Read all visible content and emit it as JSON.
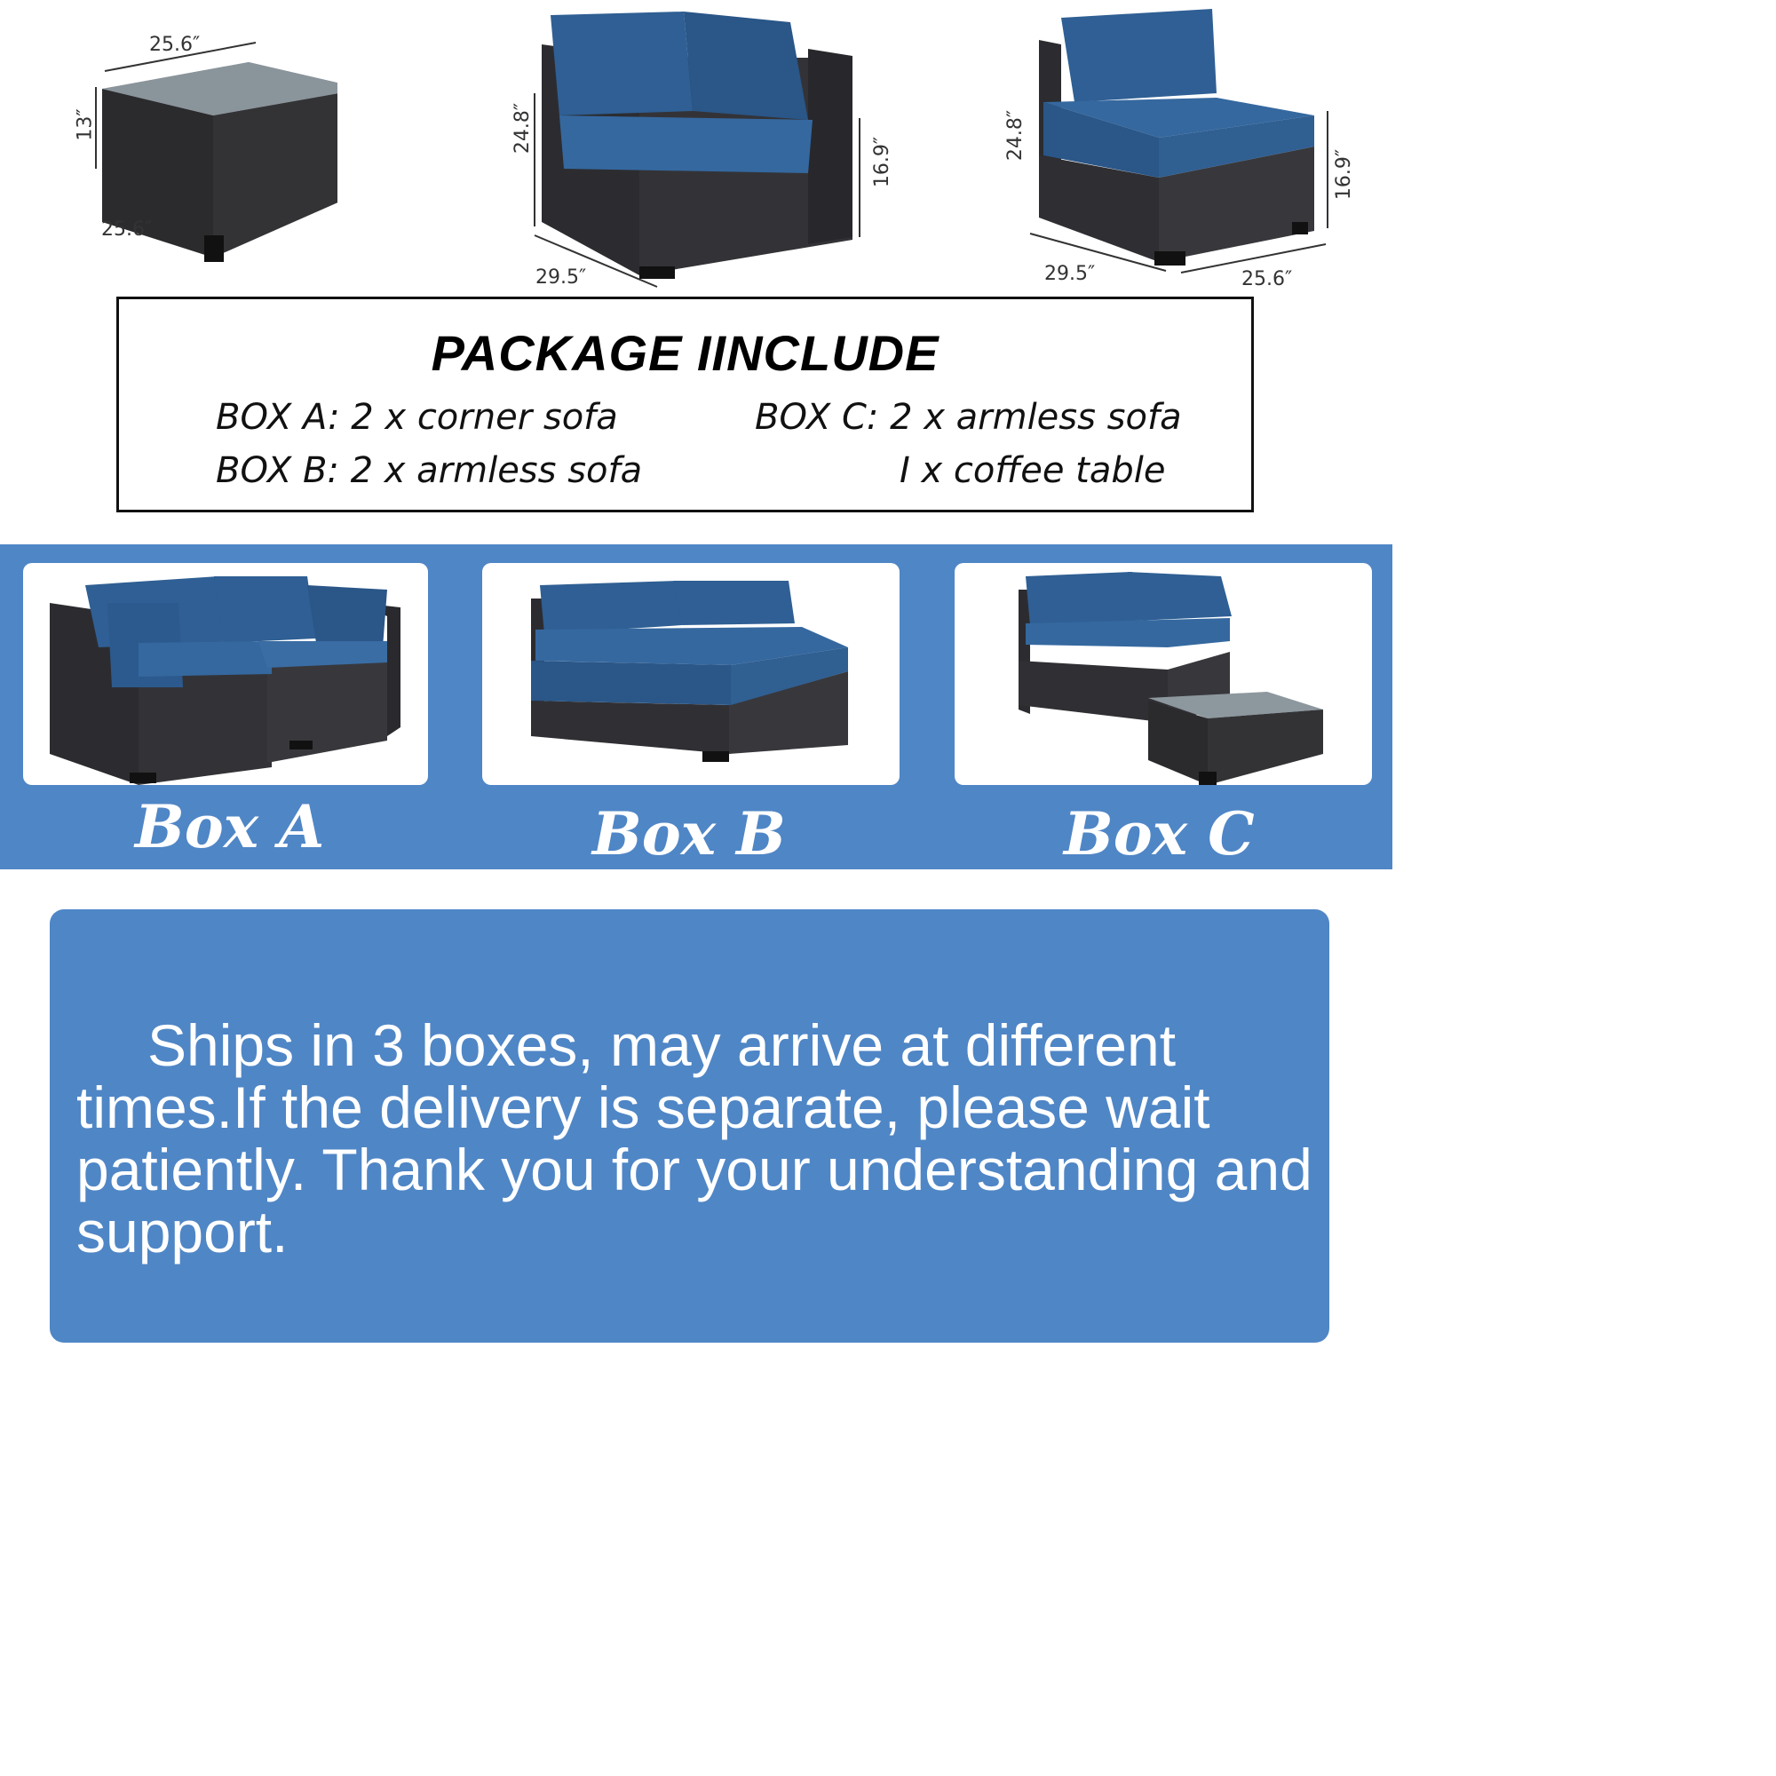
{
  "dimensions": {
    "table_width": "25.6″",
    "table_depth": "25.6″",
    "table_height": "13″",
    "corner_height": "24.8″",
    "corner_seat_height": "16.9″",
    "corner_width": "29.5″",
    "armless_height": "24.8″",
    "armless_seat_height": "16.9″",
    "armless_depth": "29.5″",
    "armless_width": "25.6″"
  },
  "package": {
    "title": "PACKAGE IINCLUDE",
    "box_a": "BOX A: 2 x corner sofa",
    "box_b": "BOX B: 2 x armless sofa",
    "box_c": "BOX C: 2 x armless sofa",
    "box_c_extra": "I x coffee table"
  },
  "boxes": [
    {
      "label": "Box A"
    },
    {
      "label": "Box B"
    },
    {
      "label": "Box C"
    }
  ],
  "notice": {
    "text": "Ships in 3 boxes, may arrive at different times.If the delivery is separate, please wait patiently. Thank you for your understanding and support."
  },
  "colors": {
    "band": "#4f86c6",
    "cushion": "#2f5f94",
    "wicker": "#2a2a2e"
  }
}
